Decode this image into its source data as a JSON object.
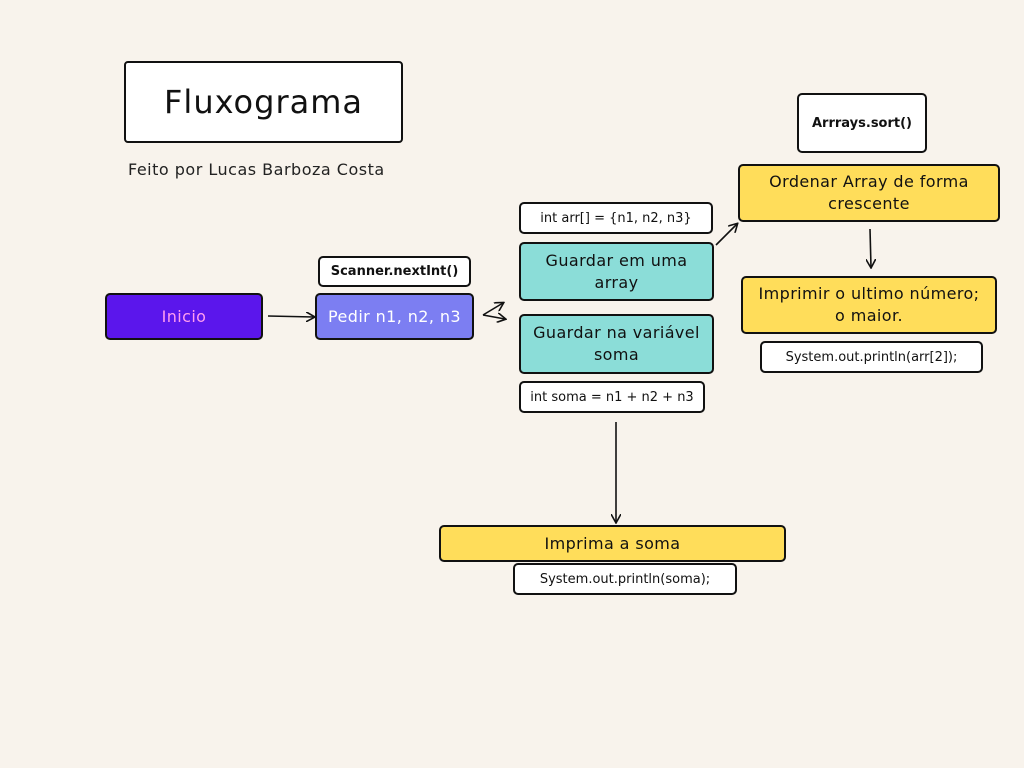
{
  "title": "Fluxograma",
  "subtitle": "Feito por Lucas Barboza Costa",
  "colors": {
    "background": "#f8f3ec",
    "start": "#5b16ec",
    "input": "#7c7ef2",
    "process": "#8bddd8",
    "output": "#ffdd5a",
    "annotation": "#ffffff"
  },
  "nodes": {
    "inicio": "Inicio",
    "pedir": "Pedir n1, n2, n3",
    "guardar_array": "Guardar em uma array",
    "guardar_soma": "Guardar na variável soma",
    "ordenar": "Ordenar Array de forma crescente",
    "imprimir_maior": "Imprimir o ultimo número; o maior.",
    "imprima_soma": "Imprima a soma"
  },
  "annotations": {
    "scanner": "Scanner.nextInt()",
    "arr_decl": "int arr[] = {n1, n2, n3}",
    "soma_decl": "int soma = n1 + n2 + n3",
    "sort": "Arrrays.sort()",
    "println_arr": "System.out.println(arr[2]);",
    "println_soma": "System.out.println(soma);"
  }
}
